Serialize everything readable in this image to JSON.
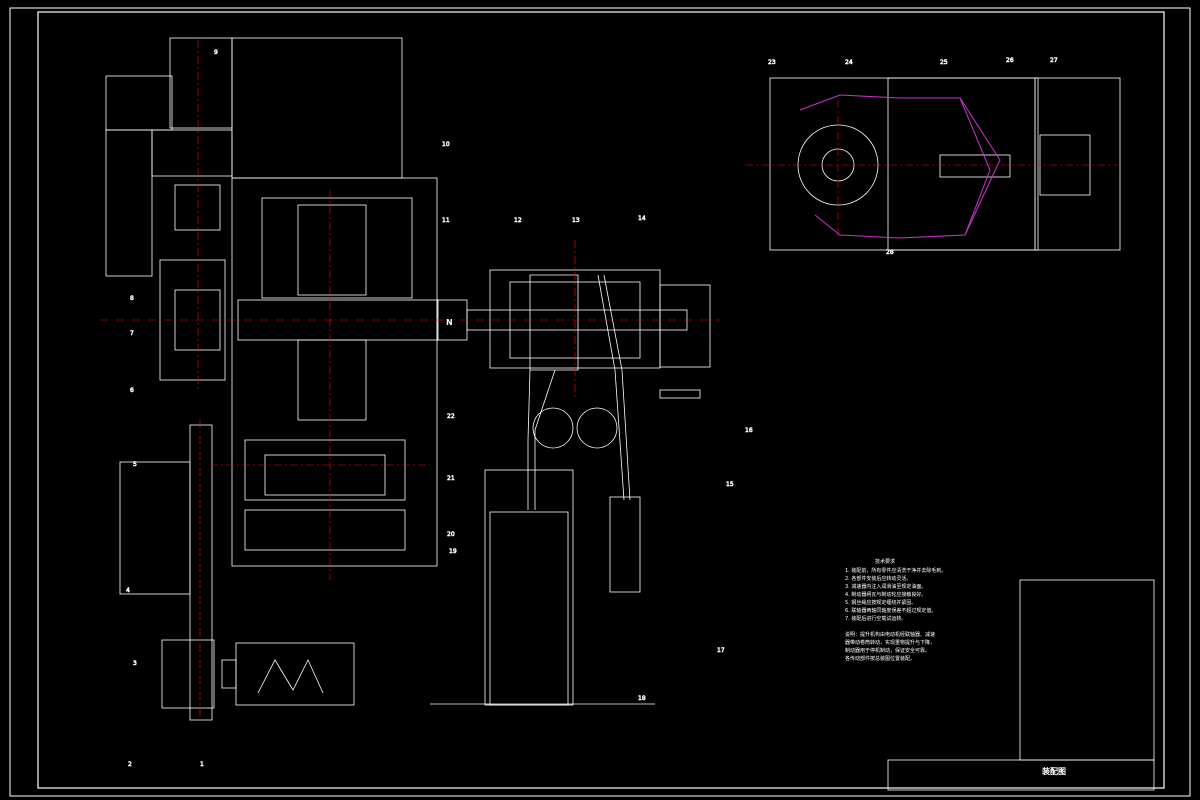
{
  "colors": {
    "background": "#000000",
    "line": "#ffffff",
    "centerline": "#ff0000",
    "brake_linkage": "#cc33cc",
    "hatch": "#ffffff"
  },
  "callouts": [
    "1",
    "2",
    "3",
    "4",
    "5",
    "6",
    "7",
    "8",
    "9",
    "10",
    "11",
    "12",
    "13",
    "14",
    "15",
    "16",
    "17",
    "18",
    "19",
    "20",
    "21",
    "22",
    "23",
    "24",
    "25",
    "26",
    "27",
    "28"
  ],
  "coupling_symbol": "N",
  "notes": {
    "title": "技术要求",
    "lines": [
      "1. 装配前，所有零件应清洗干净并去除毛刺。",
      "2. 各部件安装后应转动灵活。",
      "3. 减速器内注入润滑油至规定油面。",
      "4. 制动器闸瓦与制动轮应接触良好。",
      "5. 钢丝绳应按规定缠绕并紧固。",
      "6. 联轴器两轴同轴度误差不超过规定值。",
      "7. 装配后进行空载试运转。"
    ],
    "lines2": [
      "说明：提升机构由电动机经联轴器、减速",
      "器带动卷筒转动，实现重物提升与下降，",
      "制动器用于停机制动，保证安全可靠。",
      "各传动部件按总装图位置装配。"
    ]
  },
  "title_block": {
    "drawing_name": "装配图"
  }
}
